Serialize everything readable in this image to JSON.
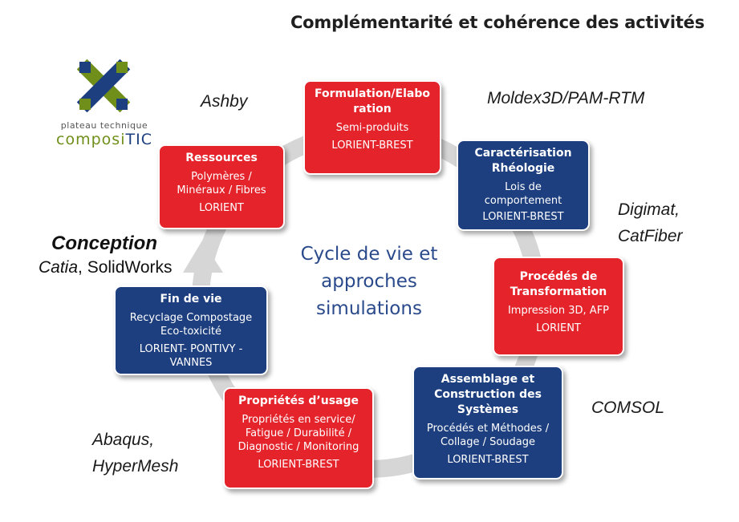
{
  "title": "Complémentarité et cohérence des activités",
  "logo": {
    "line1": "plateau technique",
    "line2_main": "composi",
    "line2_accent": "TIC"
  },
  "center_text": [
    "Cycle de vie et",
    "approches",
    "simulations"
  ],
  "conception": {
    "title": "Conception",
    "sub_italic": "Catia",
    "sub_rest": ", SolidWorks"
  },
  "tools": {
    "ashby": "Ashby",
    "moldex": "Moldex3D/PAM-RTM",
    "digimat": [
      "Digimat,",
      "CatFiber"
    ],
    "comsol": "COMSOL",
    "abaqus": [
      "Abaqus,",
      "HyperMesh"
    ]
  },
  "colors": {
    "red": "#e4232b",
    "blue": "#1d3f7f",
    "ring": "#d6d6d6",
    "center_text": "#2a4a8c",
    "logo_green": "#6f8f1a"
  },
  "boxes": {
    "formulation": {
      "title": [
        "Formulation/Elabo",
        "ration"
      ],
      "sub": [
        "Semi-produits"
      ],
      "loc": "LORIENT-BREST"
    },
    "caracterisation": {
      "title": [
        "Caractérisation",
        "Rhéologie"
      ],
      "sub": [
        "Lois de",
        "comportement"
      ],
      "loc": "LORIENT-BREST"
    },
    "procedes": {
      "title": [
        "Procédés de",
        "Transformation"
      ],
      "sub": [
        "Impression 3D, AFP"
      ],
      "loc": "LORIENT"
    },
    "assemblage": {
      "title": [
        "Assemblage et",
        "Construction des",
        "Systèmes"
      ],
      "sub": [
        "Procédés et Méthodes /",
        "Collage / Soudage"
      ],
      "loc": "LORIENT-BREST"
    },
    "proprietes": {
      "title": [
        "Propriétés d’usage"
      ],
      "sub": [
        "Propriétés en service/",
        "Fatigue / Durabilité /",
        "Diagnostic / Monitoring"
      ],
      "loc": "LORIENT-BREST"
    },
    "findevie": {
      "title": [
        "Fin de vie"
      ],
      "sub": [
        "Recyclage Compostage",
        "Eco-toxicité"
      ],
      "loc": [
        "LORIENT- PONTIVY -",
        "VANNES"
      ]
    },
    "ressources": {
      "title": [
        "Ressources"
      ],
      "sub": [
        "Polymères /",
        "Minéraux / Fibres"
      ],
      "loc": "LORIENT"
    }
  }
}
